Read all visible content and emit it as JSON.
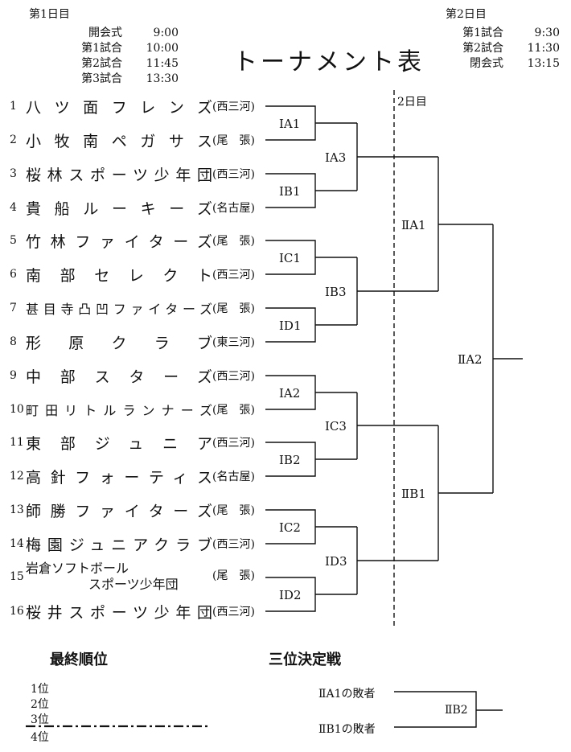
{
  "schedule": {
    "day1": {
      "heading": "第1日目",
      "items": [
        {
          "label": "開会式",
          "time": "9:00"
        },
        {
          "label": "第1試合",
          "time": "10:00"
        },
        {
          "label": "第2試合",
          "time": "11:45"
        },
        {
          "label": "第3試合",
          "time": "13:30"
        }
      ]
    },
    "day2": {
      "heading": "第2日目",
      "items": [
        {
          "label": "第1試合",
          "time": "9:30"
        },
        {
          "label": "第2試合",
          "time": "11:30"
        },
        {
          "label": "閉会式",
          "time": "13:15"
        }
      ]
    }
  },
  "title": "トーナメント表",
  "day2_marker": "2日目",
  "teams": [
    {
      "num": "1",
      "name": "八ツ面フレンズ",
      "region": "(西三河)"
    },
    {
      "num": "2",
      "name": "小牧南ペガサス",
      "region": "(尾　張)"
    },
    {
      "num": "3",
      "name": "桜林スポーツ少年団",
      "region": "(西三河)"
    },
    {
      "num": "4",
      "name": "貴船ルーキーズ",
      "region": "(名古屋)"
    },
    {
      "num": "5",
      "name": "竹林ファイターズ",
      "region": "(尾　張)"
    },
    {
      "num": "6",
      "name": "南部セレクト",
      "region": "(西三河)"
    },
    {
      "num": "7",
      "name": "甚目寺凸凹ファイターズ",
      "region": "(尾　張)"
    },
    {
      "num": "8",
      "name": "形原クラブ",
      "region": "(東三河)"
    },
    {
      "num": "9",
      "name": "中部スターズ",
      "region": "(西三河)"
    },
    {
      "num": "10",
      "name": "町田リトルランナーズ",
      "region": "(尾　張)"
    },
    {
      "num": "11",
      "name": "東部ジュニア",
      "region": "(西三河)"
    },
    {
      "num": "12",
      "name": "高針フォーティス",
      "region": "(名古屋)"
    },
    {
      "num": "13",
      "name": "師勝ファイターズ",
      "region": "(尾　張)"
    },
    {
      "num": "14",
      "name": "梅園ジュニアクラブ",
      "region": "(西三河)"
    },
    {
      "num": "15",
      "name_line1": "岩倉ソフトボール",
      "name_line2": "スポーツ少年団",
      "region": "(尾　張)"
    },
    {
      "num": "16",
      "name": "桜井スポーツ少年団",
      "region": "(西三河)"
    }
  ],
  "matches": {
    "r1": [
      "ⅠA1",
      "ⅠB1",
      "ⅠC1",
      "ⅠD1",
      "ⅠA2",
      "ⅠB2",
      "ⅠC2",
      "ⅠD2"
    ],
    "r2": [
      "ⅠA3",
      "ⅠB3",
      "ⅠC3",
      "ⅠD3"
    ],
    "r3": [
      "ⅡA1",
      "ⅡB1"
    ],
    "final": "ⅡA2"
  },
  "final_ranking": {
    "heading": "最終順位",
    "ranks": [
      "1位",
      "2位",
      "3位",
      "4位"
    ]
  },
  "third_place": {
    "heading": "三位決定戦",
    "entry1": "ⅡA1の敗者",
    "entry2": "ⅡB1の敗者",
    "match": "ⅡB2"
  }
}
